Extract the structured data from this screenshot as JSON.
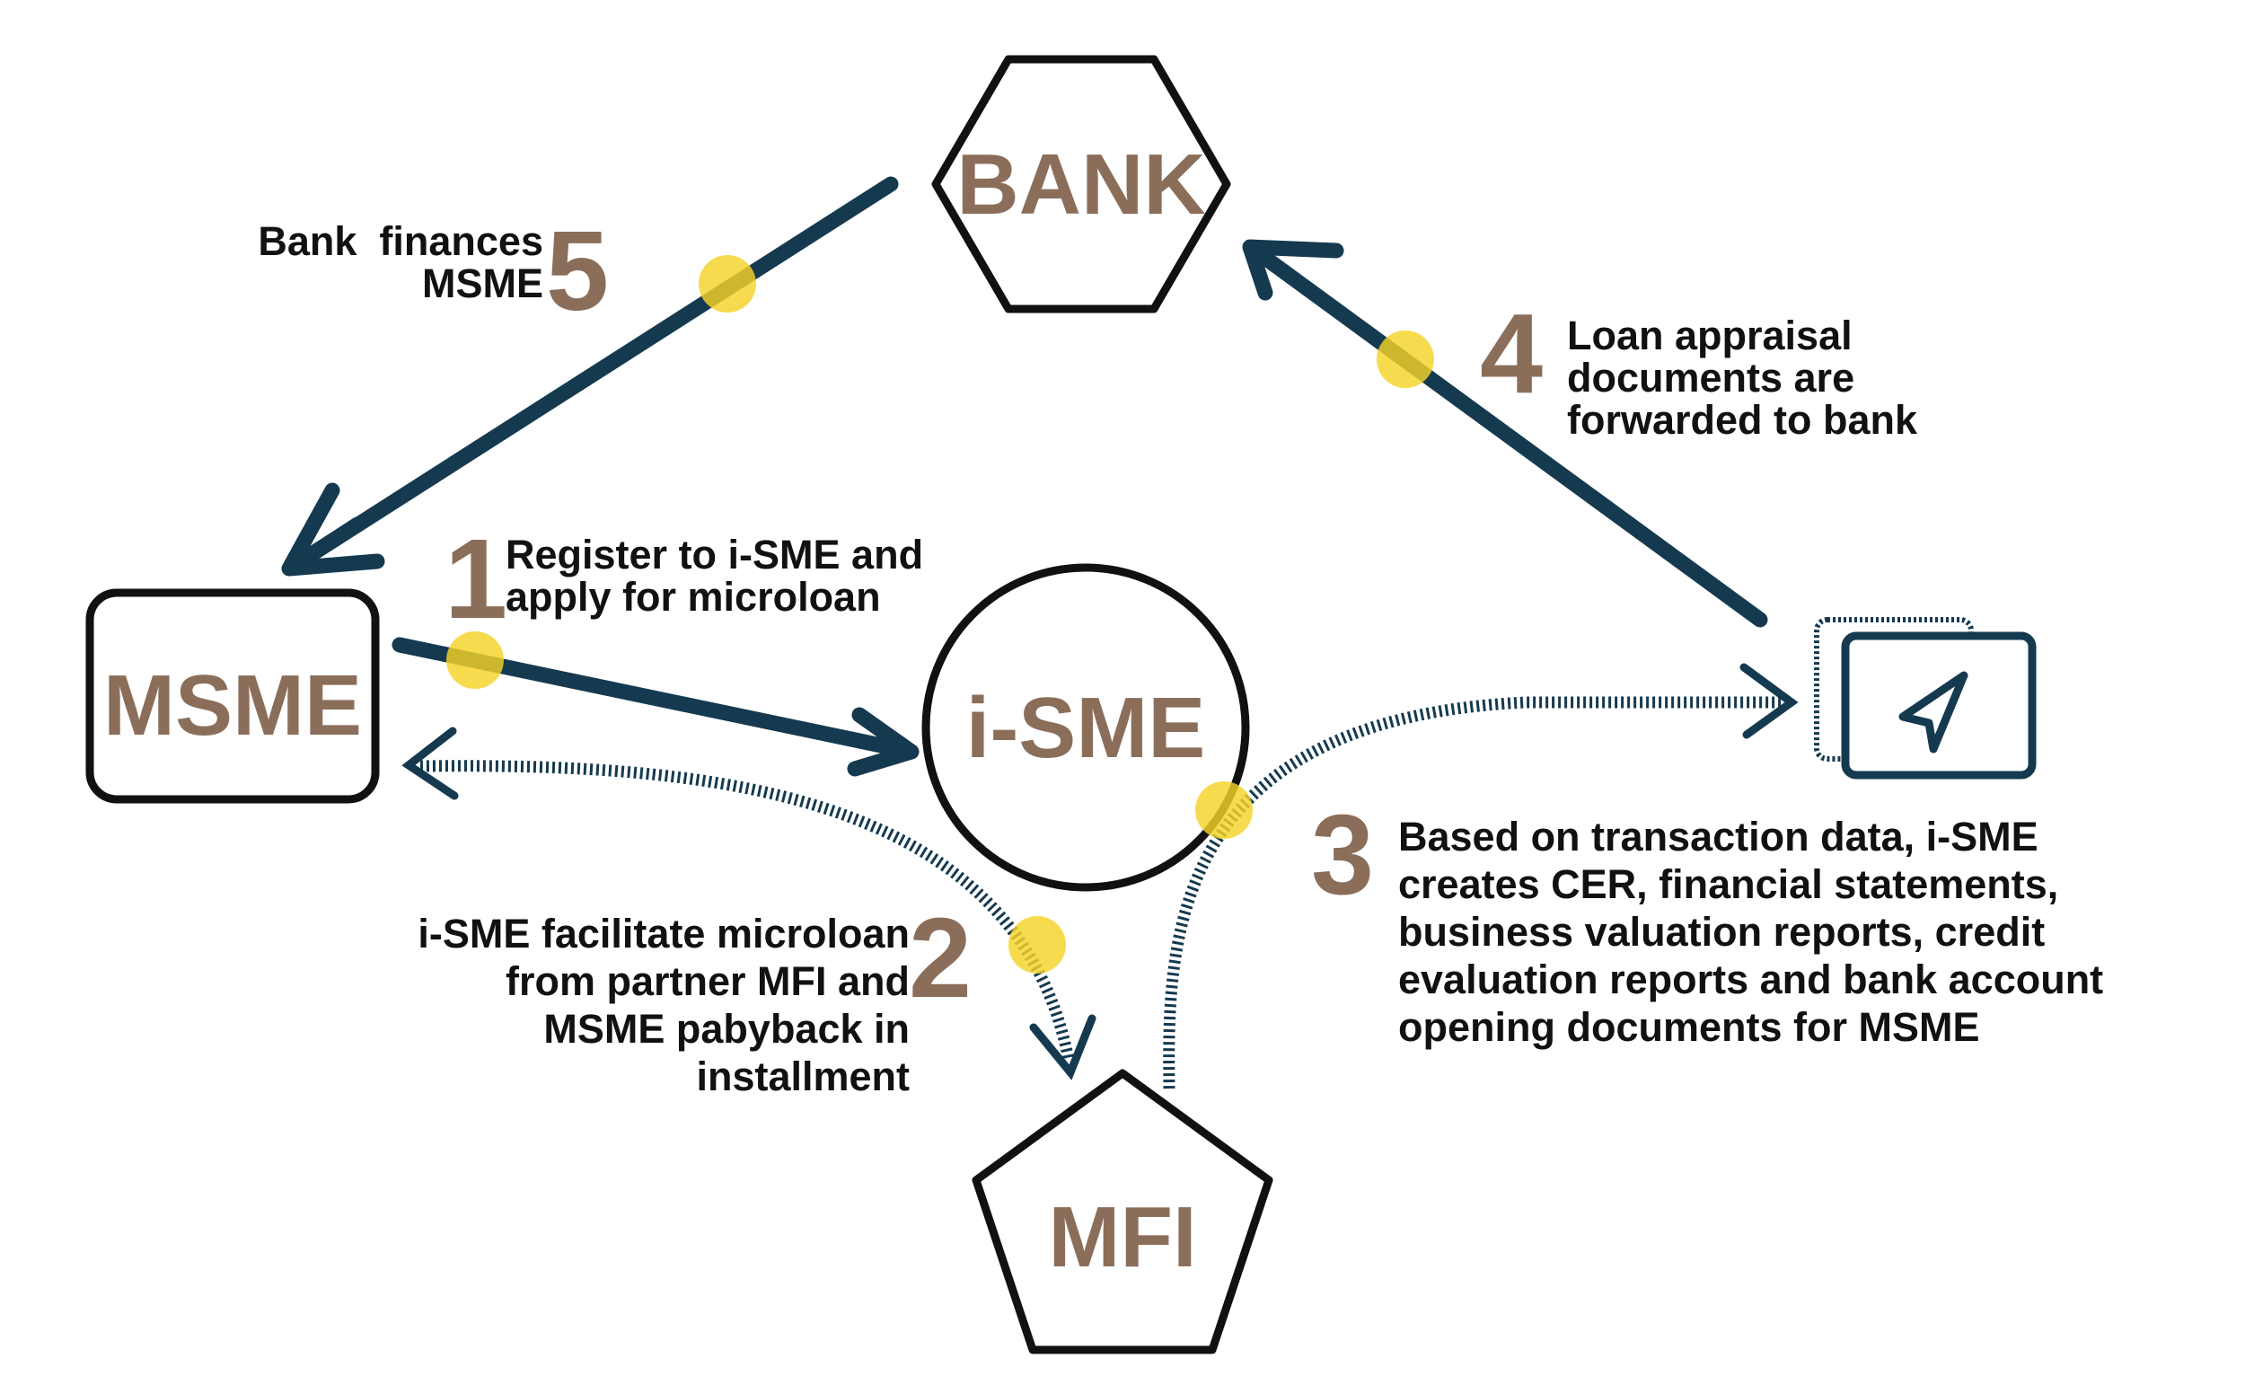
{
  "nodes": {
    "bank": "BANK",
    "msme": "MSME",
    "isme": "i-SME",
    "mfi": "MFI"
  },
  "icons": {
    "device": "send-navigation-icon"
  },
  "steps": [
    {
      "number": "1",
      "lines": [
        "Register to i-SME and",
        "apply for microloan"
      ]
    },
    {
      "number": "2",
      "lines": [
        "i-SME facilitate microloan",
        "from partner MFI and",
        "MSME pabyback in",
        "installment"
      ]
    },
    {
      "number": "3",
      "lines": [
        "Based on transaction data, i-SME",
        "creates CER, financial statements,",
        "business valuation reports, credit",
        "evaluation reports and bank account",
        "opening documents for MSME"
      ]
    },
    {
      "number": "4",
      "lines": [
        "Loan appraisal",
        "documents are",
        "forwarded to bank"
      ]
    },
    {
      "number": "5",
      "lines": [
        "Bank  finances",
        "MSME"
      ]
    }
  ],
  "colors": {
    "arrow": "#153a50",
    "node_label": "#8b6e5a",
    "outline": "#111111",
    "marker": "#f5d327"
  }
}
